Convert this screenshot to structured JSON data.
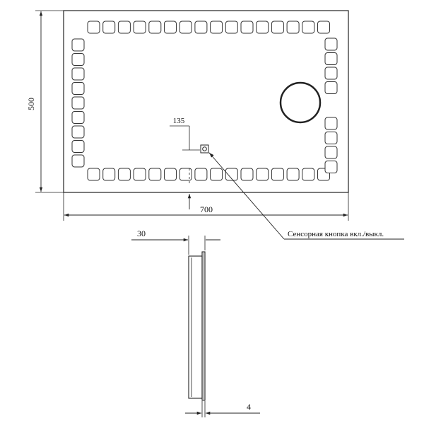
{
  "drawing": {
    "front_view": {
      "width_label": "700",
      "height_label": "500",
      "button_offset_label": "135",
      "callout_text": "Сенсорная кнопка вкл./выкл."
    },
    "side_view": {
      "depth_label": "30",
      "thickness_label": "4"
    }
  },
  "style": {
    "line_color": "#222222",
    "background": "#ffffff"
  }
}
